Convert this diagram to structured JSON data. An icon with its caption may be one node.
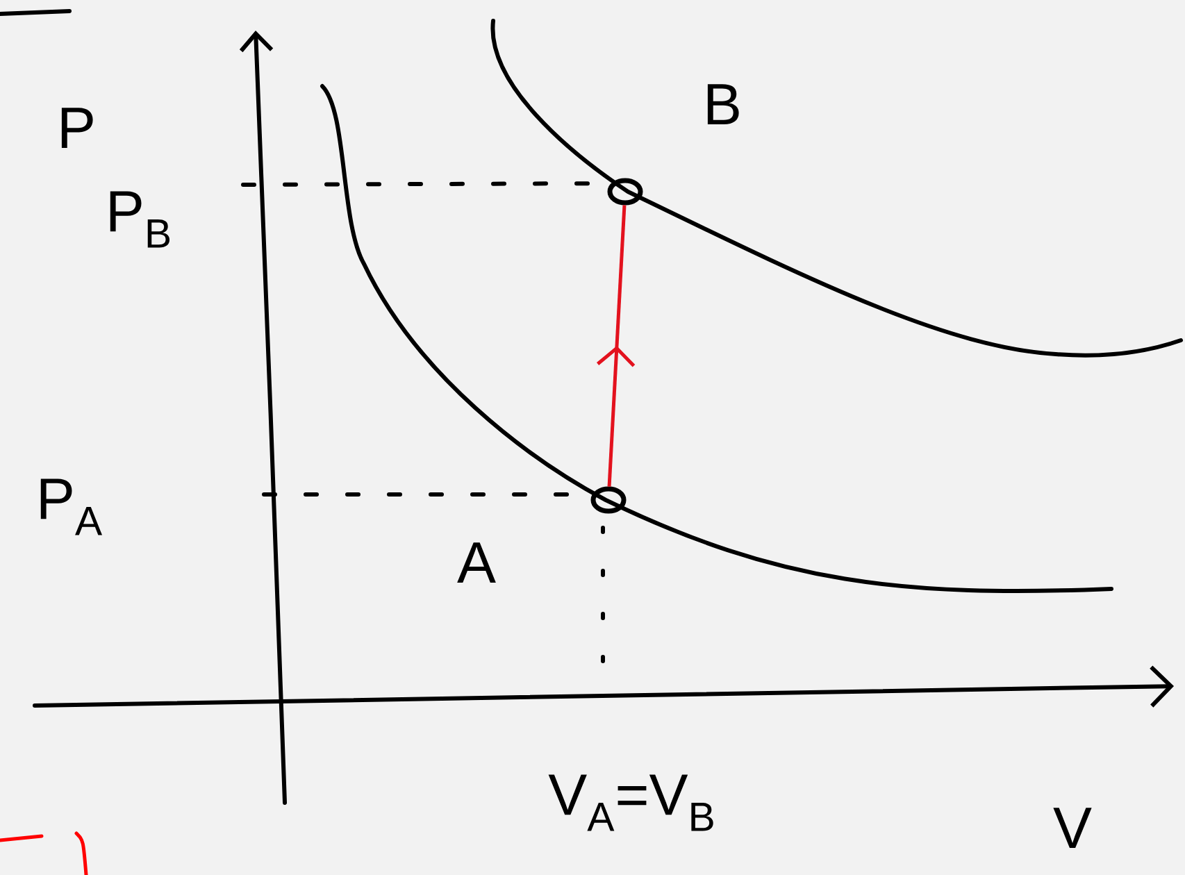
{
  "diagram": {
    "nodes": [
      {
        "text": [],
        "shape": "circle",
        "beside": [
          "A"
        ]
      },
      {
        "text": [],
        "shape": "circle",
        "beside": [
          "B"
        ]
      }
    ],
    "edges": [
      {
        "from": 0,
        "to": 1,
        "arrow": "to",
        "color": "#e3121e"
      }
    ],
    "labels": [
      "P",
      "P$_{B}$",
      "P$_{A}$",
      "V$_{A}$=V$_{B}$",
      "V"
    ]
  }
}
